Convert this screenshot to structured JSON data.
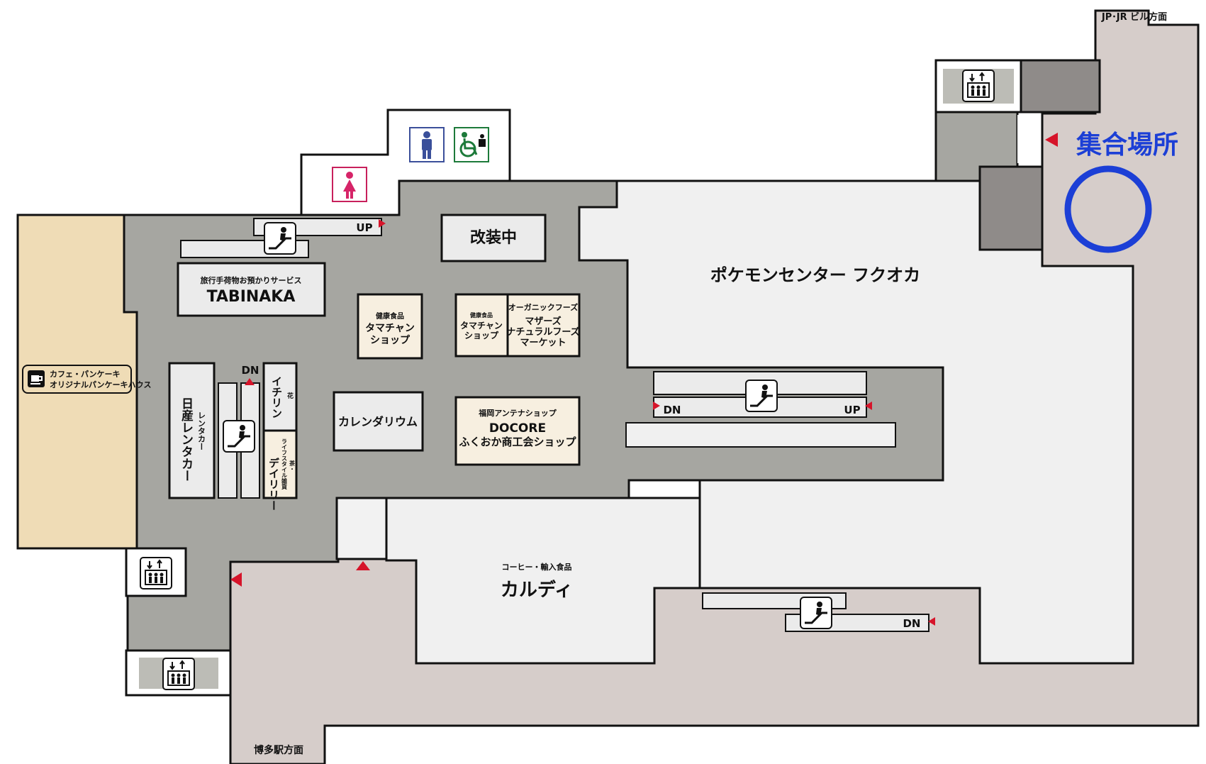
{
  "map": {
    "direction_top_right": "JP･JR ビル方面",
    "direction_bottom": "博多駅方面",
    "meeting_point": "集合場所",
    "store_pokemon": "ポケモンセンター フクオカ",
    "store_renovation": "改装中",
    "store_tabinaka_service": "旅行手荷物お預かりサービス",
    "store_tabinaka_name": "TABINAKA",
    "store_tamachan1_cat": "健康食品",
    "store_tamachan1_line1": "タマチャン",
    "store_tamachan1_line2": "ショップ",
    "store_tamachan2_cat": "健康食品",
    "store_tamachan2_line1": "タマチャン",
    "store_tamachan2_line2": "ショップ",
    "store_mothers_cat": "オーガニックフーズ",
    "store_mothers_line1": "マザーズ",
    "store_mothers_line2": "ナチュラルフーズ",
    "store_mothers_line3": "マーケット",
    "store_calendarium": "カレンダリウム",
    "store_docore_cat": "福岡アンテナショップ",
    "store_docore_line1": "DOCORE",
    "store_docore_line2": "ふくおか商工会ショップ",
    "store_kaldi_cat": "コーヒー・輸入食品",
    "store_kaldi_name": "カルディ",
    "store_cafe_line1": "カフェ・パンケーキ",
    "store_cafe_line2": "オリジナルパンケーキハウス",
    "store_nissan_name": "日産レンタカー",
    "store_nissan_cat": "レンタカー",
    "store_ichirin_name": "イチリン",
    "store_ichirin_cat": "花",
    "store_dailily_name": "デイリリー",
    "store_dailily_cat": "ライフスタイル雑貨",
    "store_dailily_cat2": "茶・",
    "escalator_up": "UP",
    "escalator_dn": "DN"
  },
  "icons": {
    "escalator": "escalator-icon",
    "elevator": "elevator-icon",
    "mens_restroom": "mens-restroom-icon",
    "womens_restroom": "womens-restroom-icon",
    "accessible_restroom": "accessible-restroom-icon",
    "cafe": "coffee-cup-icon",
    "arrow": "red-arrow-icon"
  },
  "colors": {
    "corridor": "#a6a6a1",
    "store": "#f7efe0",
    "store_gray": "#ebebeb",
    "concourse": "#d6cdca",
    "cafe": "#efdcb6",
    "meeting": "#1c3fd6",
    "arrow": "#d6142a"
  }
}
